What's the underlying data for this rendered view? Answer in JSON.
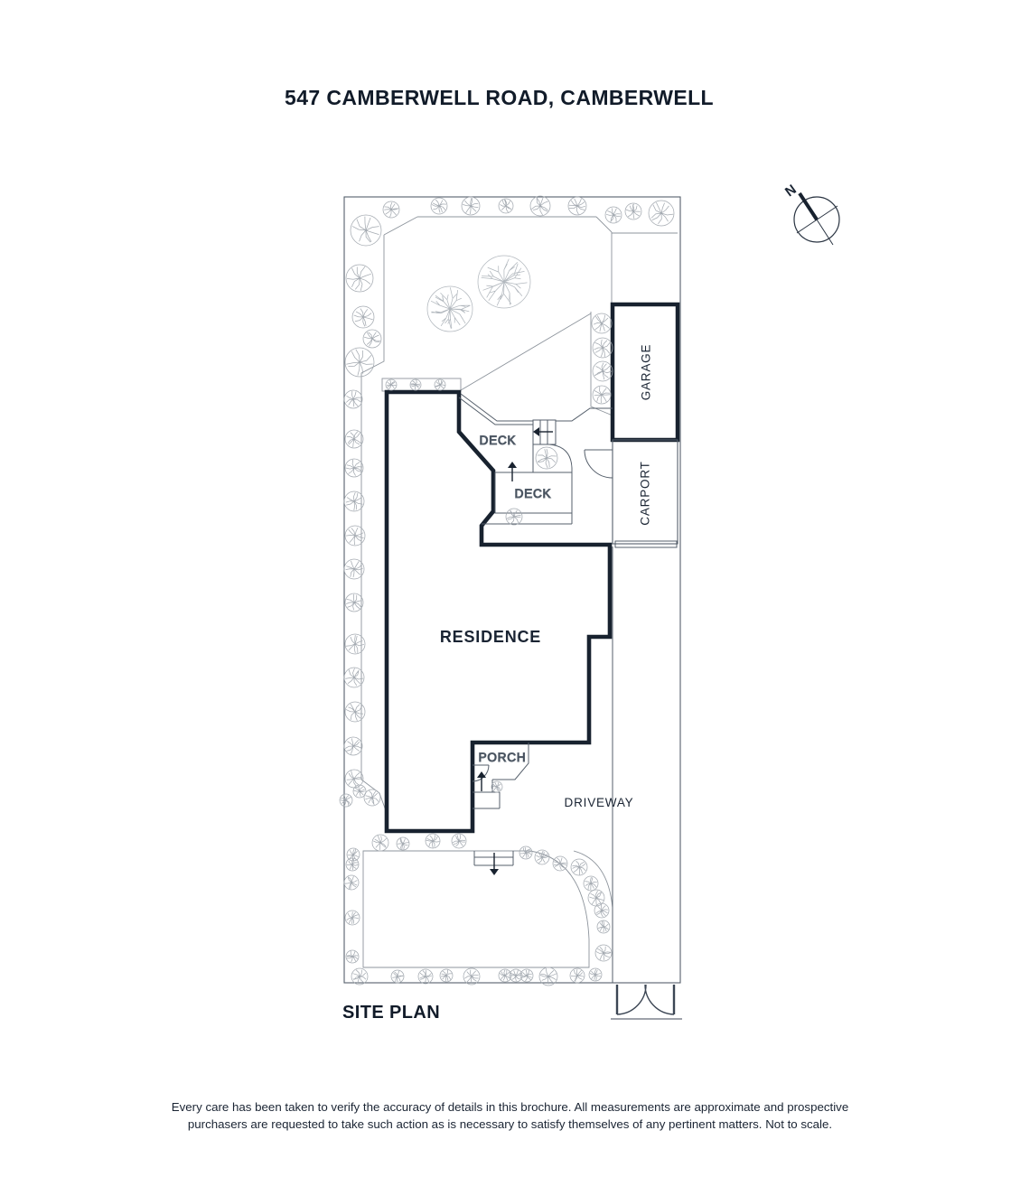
{
  "header": {
    "title": "547 CAMBERWELL ROAD, CAMBERWELL"
  },
  "plan": {
    "labels": {
      "garage": "GARAGE",
      "carport": "CARPORT",
      "deck_upper": "DECK",
      "deck_lower": "DECK",
      "residence": "RESIDENCE",
      "porch": "PORCH",
      "driveway": "DRIVEWAY"
    },
    "compass": {
      "north_label": "N"
    },
    "caption": "SITE PLAN"
  },
  "footer": {
    "line1": "Every care has been taken to verify the accuracy of details in this brochure. All measurements are approximate and prospective",
    "line2": "purchasers are requested to take such action as is necessary to satisfy themselves of any pertinent matters. Not to scale."
  },
  "colors": {
    "ink": "#1a2433",
    "wall": "#18222f",
    "thin_line": "#555f6b",
    "bed_line": "#8d949c",
    "tree": "#a4aab1",
    "background": "#ffffff"
  }
}
